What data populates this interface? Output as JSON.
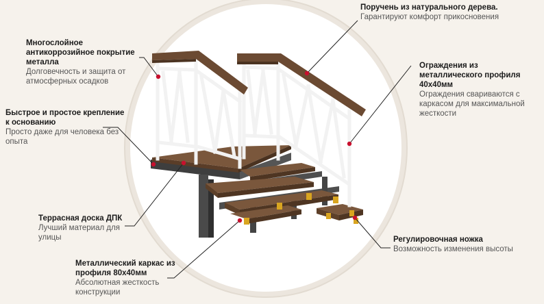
{
  "callouts": {
    "handrail": {
      "title": "Поручень из натурального дерева.",
      "desc": "Гарантируют комфорт прикосновения"
    },
    "coating": {
      "title": "Многослойное антикоррозийное покрытие металла",
      "desc": "Долговечность и защита от атмосферных осадков"
    },
    "fencing": {
      "title": "Ограждения из металлического профиля 40x40мм",
      "desc": "Ограждения свариваются с каркасом для максимальной жесткости"
    },
    "mounting": {
      "title": "Быстрое и простое крепление к основанию",
      "desc": "Просто даже для человека без опыта"
    },
    "decking": {
      "title": "Террасная доска ДПК",
      "desc": "Лучший материал для улицы"
    },
    "foot": {
      "title": "Регулировочная ножка",
      "desc": "Возможность изменения высоты"
    },
    "frame": {
      "title": "Металлический каркас из профиля 80x40мм",
      "desc": "Абсолютная жесткость конструкции"
    }
  },
  "colors": {
    "accent": "#c8102e",
    "wood": "#6b4a32",
    "metal_dark": "#4a4a4a",
    "rail_white": "#f4f4f4"
  }
}
